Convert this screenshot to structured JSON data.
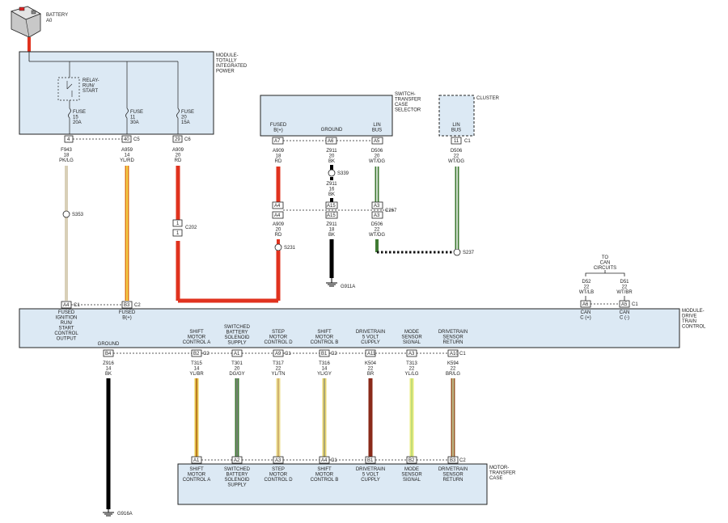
{
  "battery": {
    "label": "BATTERY",
    "id": "A0"
  },
  "modules": {
    "tipm": "MODULE-|TOTALLY|INTEGRATED|POWER",
    "relay": "RELAY-|RUN/|START",
    "selector": "SWITCH-|TRANSFER|CASE|SELECTOR",
    "cluster": "CLUSTER",
    "dtcm": "MODULE-|DRIVE|TRAIN|CONTROL",
    "motor": "MOTOR-|TRANSFER|CASE"
  },
  "fuses": [
    {
      "label": "FUSE|15|20A"
    },
    {
      "label": "FUSE|11|30A"
    },
    {
      "label": "FUSE|20|15A"
    }
  ],
  "tipm_pins": [
    {
      "pin": "4",
      "conn": ""
    },
    {
      "pin": "40",
      "conn": "C5"
    },
    {
      "pin": "29",
      "conn": "C6"
    }
  ],
  "tipm_wires": [
    {
      "label": "F943|18|PK/LG"
    },
    {
      "label": "A959|14|YL/RD"
    },
    {
      "label": "A909|20|RD"
    }
  ],
  "selector_fns": [
    {
      "label": "FUSED|B(+)"
    },
    {
      "label": "GROUND"
    },
    {
      "label": "LIN|BUS"
    }
  ],
  "selector_pins": [
    {
      "pin": "A7"
    },
    {
      "pin": "A6"
    },
    {
      "pin": "A5"
    }
  ],
  "cluster_fn": {
    "label": "LIN|BUS",
    "pin": "11",
    "conn": "C1",
    "wire": "D506|22|WT/DG"
  },
  "selector_wires": [
    {
      "label": "A909|18|RD"
    },
    {
      "label": "Z911|20|BK"
    },
    {
      "label": "D506|20|WT/DG"
    }
  ],
  "c267": {
    "name": "C267",
    "pins": [
      "A4",
      "A4",
      "A15",
      "A15",
      "A3",
      "A3"
    ]
  },
  "c202": {
    "name": "C202",
    "pins": [
      "1",
      "1"
    ]
  },
  "lower_wires": [
    {
      "label": "Z911|16|BK"
    },
    {
      "label": "A909|20|RD"
    },
    {
      "label": "Z911|18|BK"
    },
    {
      "label": "D506|22|WT/DG"
    }
  ],
  "splices": {
    "s353": "S353",
    "s339": "S339",
    "s231": "S231",
    "s237": "S237"
  },
  "grounds": {
    "g911": "G911A",
    "g916": "G916A"
  },
  "can": {
    "title": "TO|CAN|CIRCUITS",
    "wires": [
      {
        "label": "D52|22|WT/LB"
      },
      {
        "label": "D51|22|WT/BR"
      }
    ],
    "pins": [
      {
        "pin": "A6",
        "conn": ""
      },
      {
        "pin": "A5",
        "conn": "C1"
      }
    ],
    "fns": [
      {
        "label": "CAN|C (+)"
      },
      {
        "label": "CAN|C (-)"
      }
    ]
  },
  "dtcm_top_fns": [
    {
      "label": "FUSED|IGNITION|RUN/|START|CONTROL|OUTPUT",
      "pin": "A4",
      "conn": "C1"
    },
    {
      "label": "FUSED|B(+)",
      "pin": "B3",
      "conn": "C2"
    }
  ],
  "dtcm_bottom": [
    {
      "fn": "GROUND",
      "pin": "B4",
      "conn": "",
      "wire": "Z916|14|BK"
    },
    {
      "fn": "SHIFT|MOTOR|CONTROL A",
      "pin": "B2",
      "conn": "C2",
      "wire": "T315|14|YL/BR"
    },
    {
      "fn": "SWITCHED|BATTERY|SOLENOID|SUPPLY",
      "pin": "A1",
      "conn": "",
      "wire": "T301|20|DG/GY"
    },
    {
      "fn": "STEP|MOTOR|CONTROL D",
      "pin": "A9",
      "conn": "C1",
      "wire": "T317|22|YL/TN"
    },
    {
      "fn": "SHIFT|MOTOR|CONTROL B",
      "pin": "B1",
      "conn": "C2",
      "wire": "T316|14|YL/GY"
    },
    {
      "fn": "DRIVETRAIN|5 VOLT|CUPPLY",
      "pin": "A11",
      "conn": "",
      "wire": "K504|22|BR"
    },
    {
      "fn": "MODE|SENSOR|SIGNAL",
      "pin": "A3",
      "conn": "",
      "wire": "T313|22|YL/LG"
    },
    {
      "fn": "DRIVETRAIN|SENSOR|RETURN",
      "pin": "A10",
      "conn": "C1",
      "wire": "K594|22|BR/LG"
    }
  ],
  "motor_pins": [
    {
      "pin": "A1",
      "conn": "",
      "fn": "SHIFT|MOTOR|CONTROL A"
    },
    {
      "pin": "A2",
      "conn": "",
      "fn": "SWITCHED|BATTERY|SOLENOID|SUPPLY"
    },
    {
      "pin": "A3",
      "conn": "",
      "fn": "STEP|MOTOR|CONTROL D"
    },
    {
      "pin": "A4",
      "conn": "C1",
      "fn": "SHIFT|MOTOR|CONTROL B"
    },
    {
      "pin": "B1",
      "conn": "",
      "fn": "DRIVETRAIN|5 VOLT|CUPPLY"
    },
    {
      "pin": "B2",
      "conn": "",
      "fn": "MODE|SENSOR|SIGNAL"
    },
    {
      "pin": "B3",
      "conn": "C2",
      "fn": "DRIVETRAIN|SENSOR|RETURN"
    }
  ],
  "colors": {
    "box_fill": "#dce9f4",
    "wire_red": "#e0321e",
    "wire_pk_lg": "#d8cfb8",
    "wire_yl": "#e9d46a",
    "wire_dg": "#3f7a33",
    "wire_br": "#8a2a1a",
    "wire_bk": "#000000"
  }
}
